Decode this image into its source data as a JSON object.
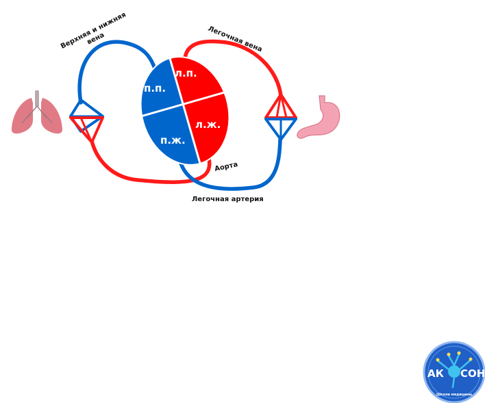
{
  "colors": {
    "arterial": "#ff1a1a",
    "venous": "#0066cc",
    "heart_red": "#ff0000",
    "heart_blue": "#0066cc",
    "lungs": "#e07b86",
    "stomach": "#f3a3b3",
    "logo_bg": "#1f5fc6"
  },
  "chambers": {
    "ra": "п.п.",
    "la": "л.п.",
    "rv": "п.ж.",
    "lv": "л.ж."
  },
  "vessels": {
    "vena_cava_line1": "Верхняя и нижняя",
    "vena_cava_line2": "вена",
    "pulmonary_vein": "Легочная вена",
    "aorta": "Аорта",
    "pulmonary_artery": "Легочная артерия"
  },
  "organs": {
    "left_icon": "lungs-icon",
    "right_icon": "stomach-icon"
  },
  "logo": {
    "left_text": "АК",
    "right_text": "СОН",
    "tagline": "Школа медицины"
  }
}
